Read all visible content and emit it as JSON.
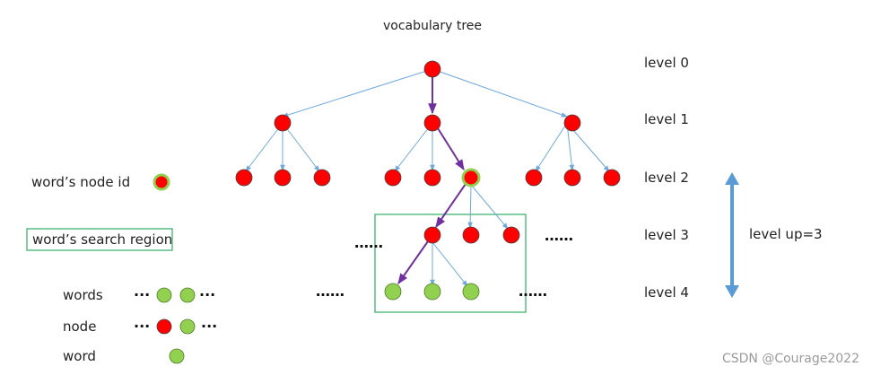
{
  "title": "vocabulary tree",
  "levels": [
    "level 0",
    "level 1",
    "level 2",
    "level 3",
    "level 4"
  ],
  "level_up_label": "level up=3",
  "legend": {
    "node_id_label": "word’s node id",
    "search_region_label": "word’s search region",
    "words_label": "words",
    "node_label": "node",
    "word_label": "word"
  },
  "ellipsis": "……",
  "dots_short": "···",
  "watermark": "CSDN @Courage2022",
  "colors": {
    "node_red": "#ff0000",
    "word_green": "#92d050",
    "edge_blue": "#6fa8dc",
    "path_purple": "#7030a0",
    "region_border": "#3cb371",
    "arrow_blue": "#5b9bd5"
  }
}
